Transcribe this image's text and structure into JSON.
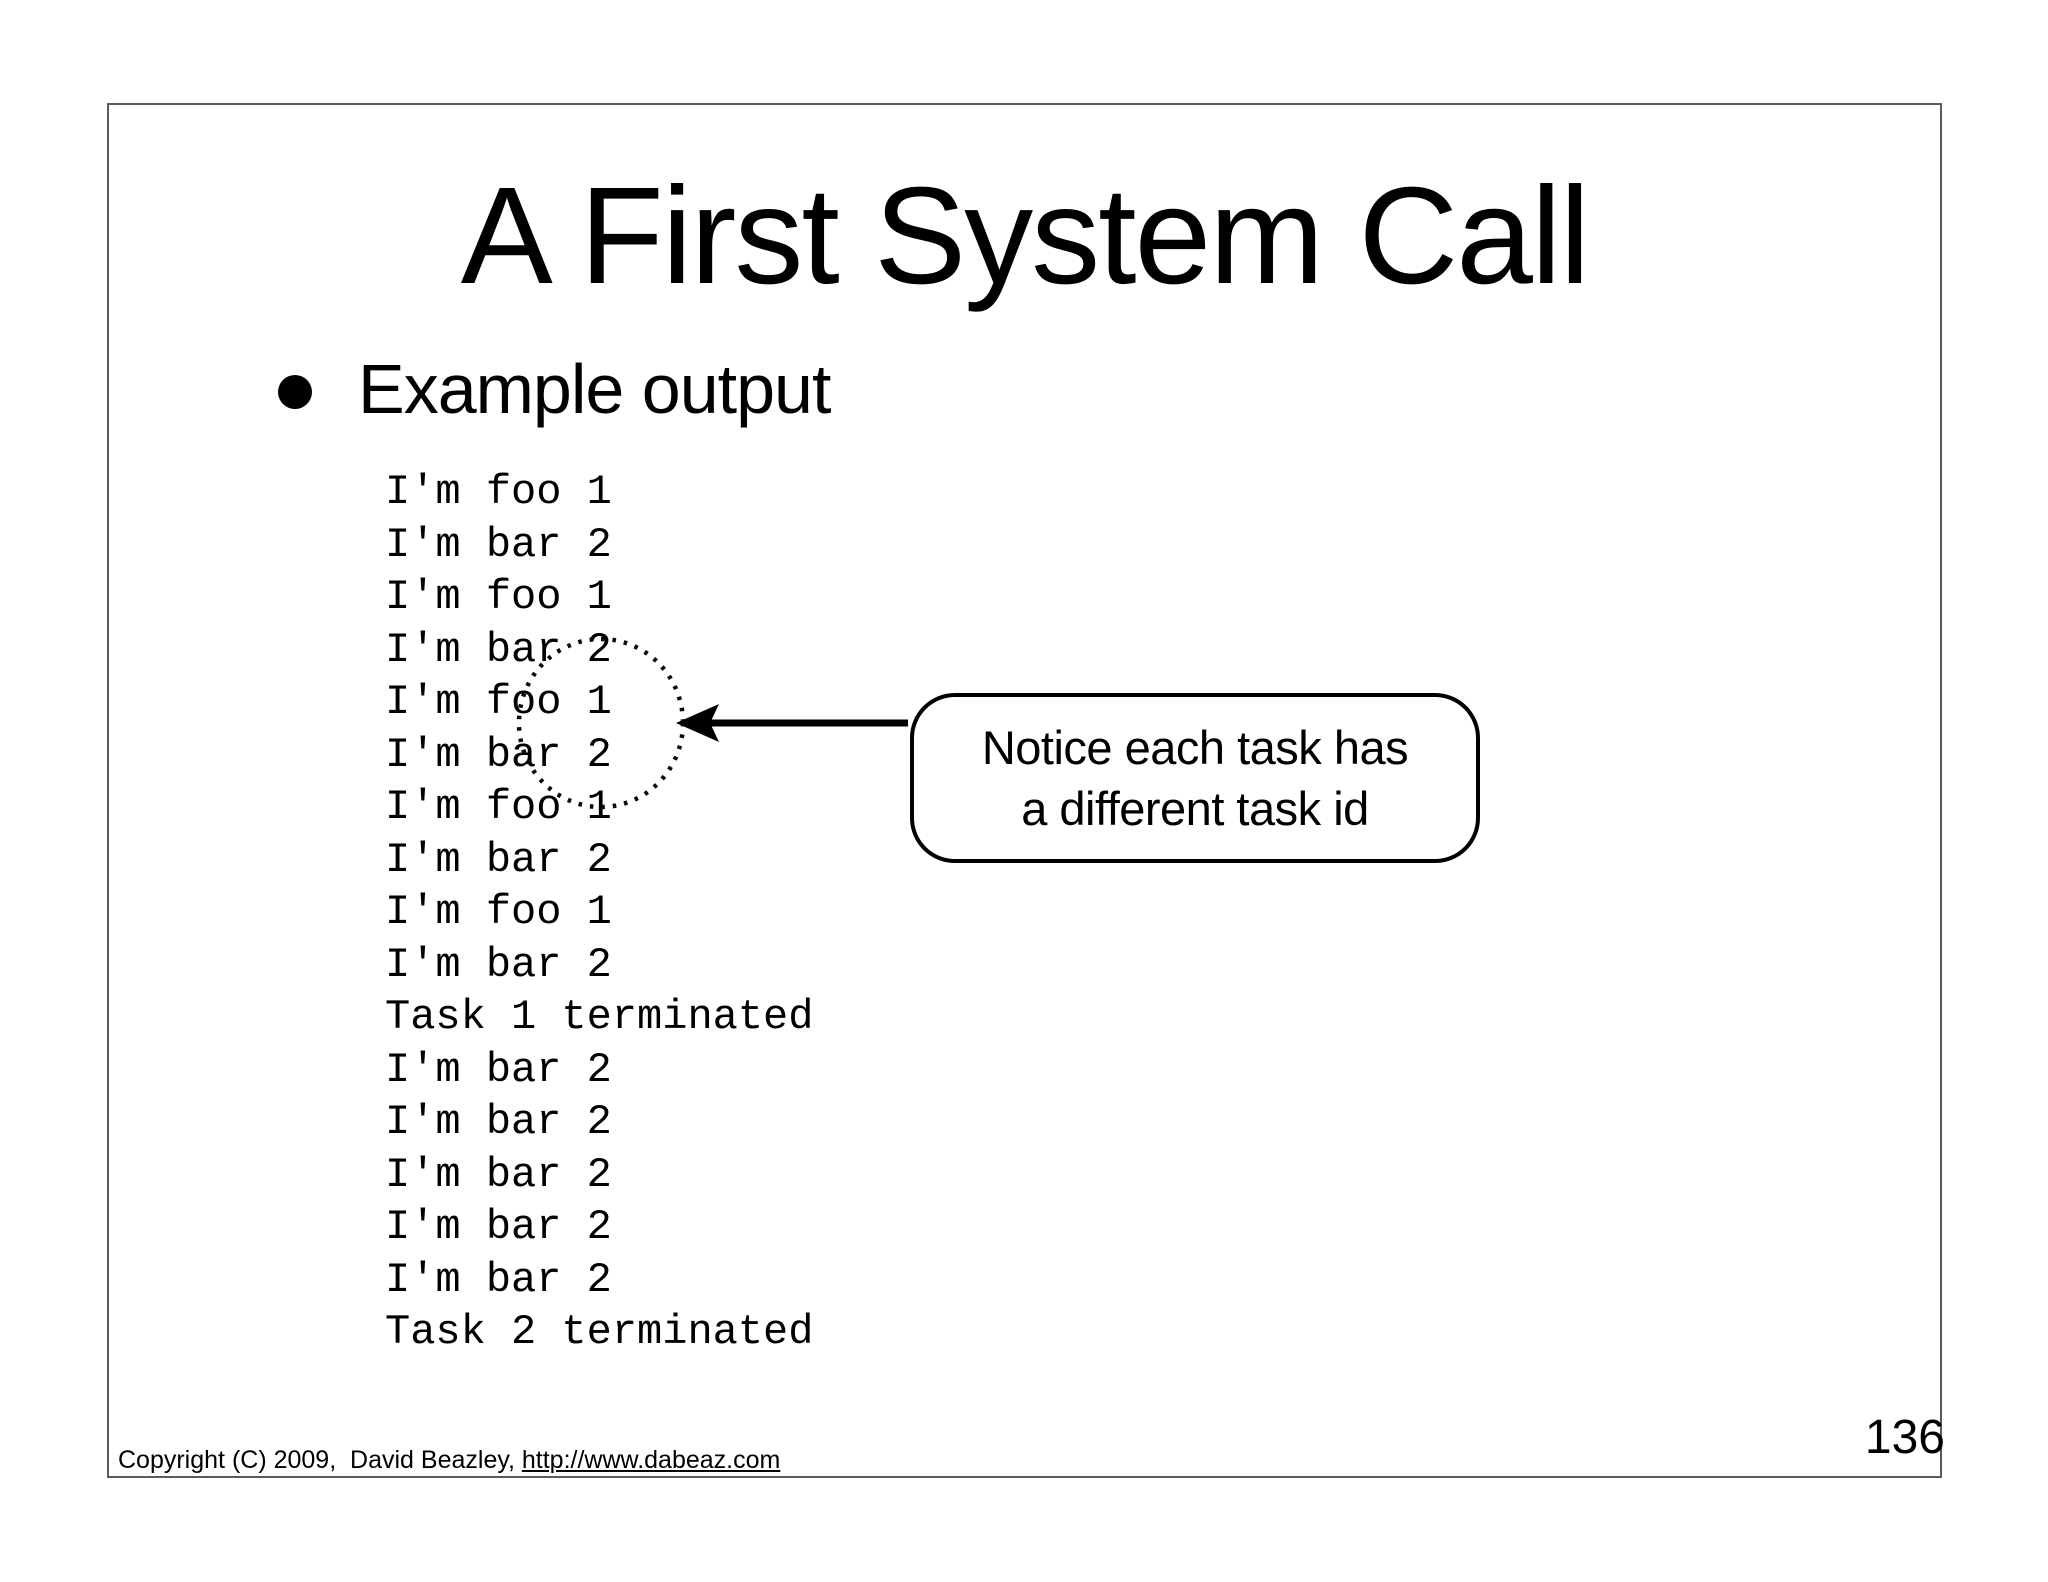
{
  "slide": {
    "title": "A First System Call",
    "bullet_label": "Example output",
    "output_lines": [
      "I'm foo 1",
      "I'm bar 2",
      "I'm foo 1",
      "I'm bar 2",
      "I'm foo 1",
      "I'm bar 2",
      "I'm foo 1",
      "I'm bar 2",
      "I'm foo 1",
      "I'm bar 2",
      "Task 1 terminated",
      "I'm bar 2",
      "I'm bar 2",
      "I'm bar 2",
      "I'm bar 2",
      "I'm bar 2",
      "Task 2 terminated"
    ],
    "callout": {
      "lines": [
        "Notice each task has",
        "a different task id"
      ]
    },
    "footer": {
      "copyright_text": "Copyright (C) 2009,  David Beazley, ",
      "link_text": "http://www.dabeaz.com"
    },
    "page_number": "136",
    "colors": {
      "text": "#000000",
      "background": "#ffffff",
      "slide_border": "#5a5a5c",
      "annotation": "#000000"
    }
  }
}
